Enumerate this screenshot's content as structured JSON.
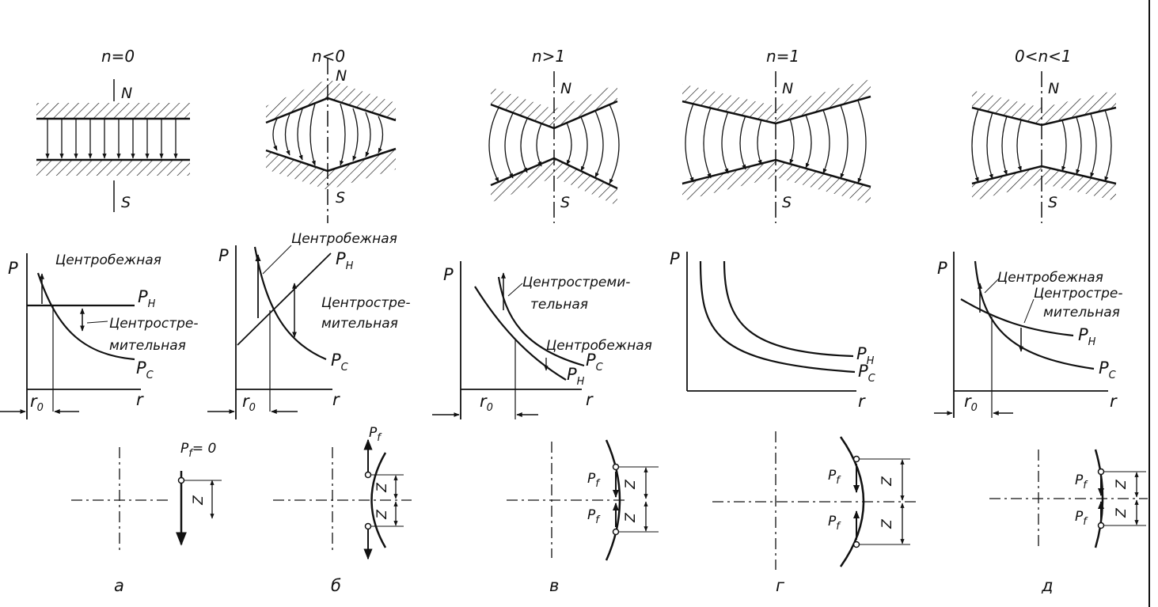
{
  "panels": [
    {
      "heading": "n=0",
      "pole_n": "N",
      "pole_s": "S",
      "axis_p": "P",
      "axis_r": "r",
      "r0": "r",
      "r0_sub": "0",
      "curve_h": "P",
      "curve_h_sub": "H",
      "curve_c": "P",
      "curve_c_sub": "C",
      "label_centrifugal": "Центробежная",
      "label_centripetal_1": "Центростре-",
      "label_centripetal_2": "мительная",
      "pf": "P",
      "pf_sub": "f",
      "pf_eq": "= 0",
      "z": "Z",
      "letter": "а"
    },
    {
      "heading": "n<0",
      "pole_n": "N",
      "pole_s": "S",
      "axis_p": "P",
      "axis_r": "r",
      "r0": "r",
      "r0_sub": "0",
      "curve_h": "P",
      "curve_h_sub": "H",
      "curve_c": "P",
      "curve_c_sub": "C",
      "label_centrifugal": "Центробежная",
      "label_centripetal_1": "Центростре-",
      "label_centripetal_2": "мительная",
      "pf": "P",
      "pf_sub": "f",
      "z": "Z",
      "letter": "б"
    },
    {
      "heading": "n>1",
      "pole_n": "N",
      "pole_s": "S",
      "axis_p": "P",
      "axis_r": "r",
      "r0": "r",
      "r0_sub": "0",
      "curve_h": "P",
      "curve_h_sub": "H",
      "curve_c": "P",
      "curve_c_sub": "C",
      "label_centripetal_1": "Центростреми-",
      "label_centripetal_2": "тельная",
      "label_centrifugal": "Центробежная",
      "pf": "P",
      "pf_sub": "f",
      "z": "Z",
      "letter": "в"
    },
    {
      "heading": "n=1",
      "pole_n": "N",
      "pole_s": "S",
      "axis_p": "P",
      "axis_r": "r",
      "curve_h": "P",
      "curve_h_sub": "H",
      "curve_c": "P",
      "curve_c_sub": "C",
      "pf": "P",
      "pf_sub": "f",
      "z": "Z",
      "letter": "г"
    },
    {
      "heading": "0<n<1",
      "pole_n": "N",
      "pole_s": "S",
      "axis_p": "P",
      "axis_r": "r",
      "r0": "r",
      "r0_sub": "0",
      "curve_h": "P",
      "curve_h_sub": "H",
      "curve_c": "P",
      "curve_c_sub": "C",
      "label_centrifugal": "Центробежная",
      "label_centripetal_1": "Центростре-",
      "label_centripetal_2": "мительная",
      "pf": "P",
      "pf_sub": "f",
      "z": "Z",
      "letter": "д"
    }
  ]
}
